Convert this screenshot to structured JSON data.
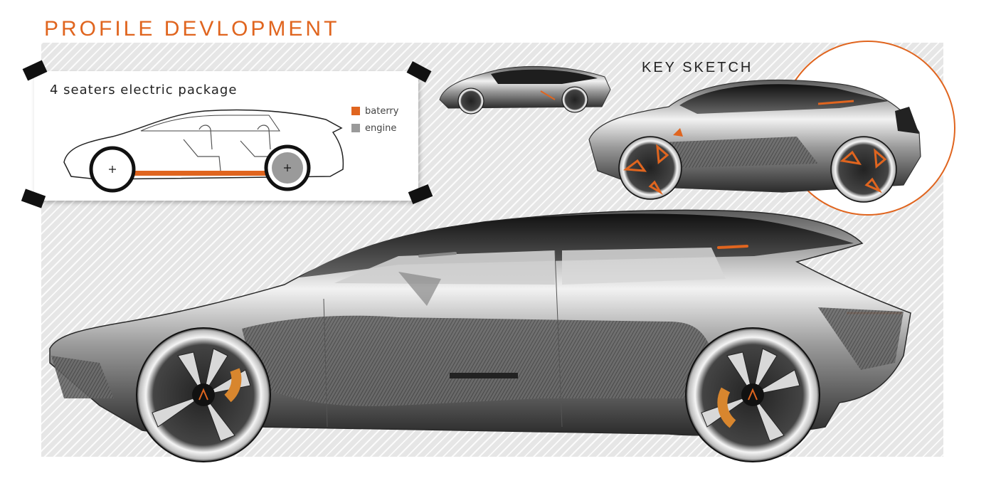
{
  "title": "PROFILE DEVLOPMENT",
  "package": {
    "title": "4 seaters electric package",
    "legend": [
      {
        "label": "baterry",
        "color": "#e0651f"
      },
      {
        "label": "engine",
        "color": "#9a9a9a"
      }
    ]
  },
  "key_sketch_label": "KEY SKETCH",
  "colors": {
    "accent": "#e0651f",
    "panel": "#e6e6e6",
    "engine": "#9a9a9a"
  },
  "brand_mark_icon": "alpine-a-logo-icon"
}
